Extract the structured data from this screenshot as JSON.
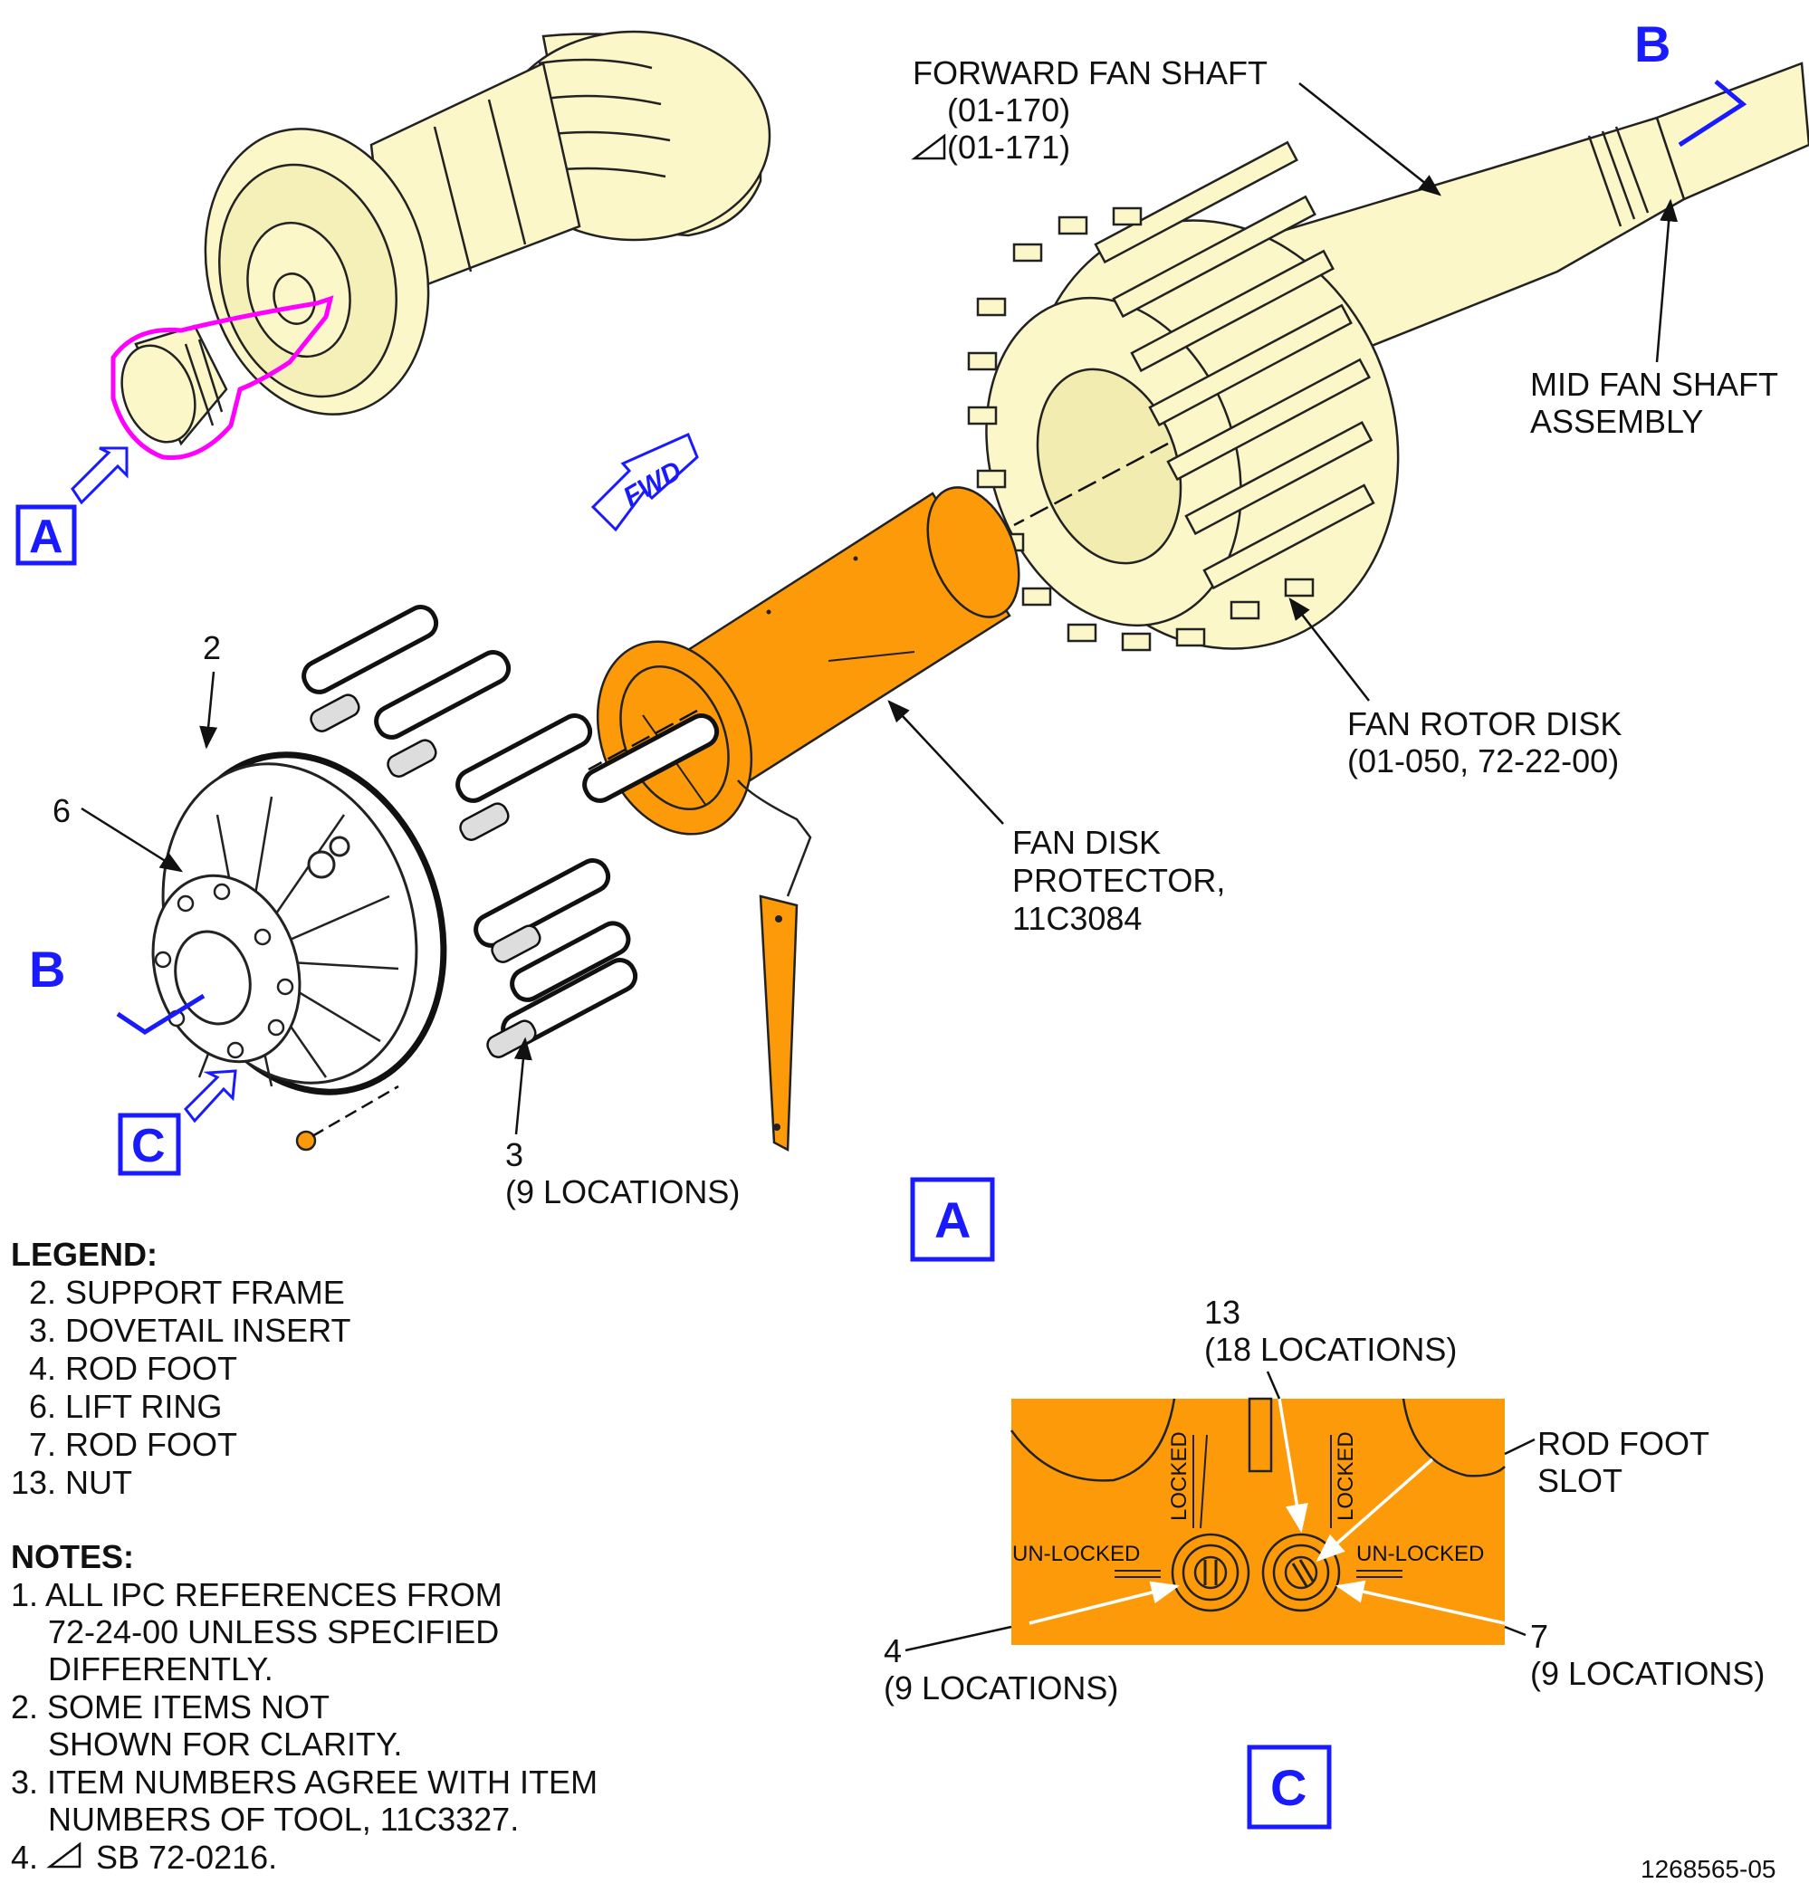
{
  "callouts": {
    "forward_fan_shaft": [
      "FORWARD FAN SHAFT",
      "(01-170)",
      "(01-171)"
    ],
    "mid_fan_shaft": [
      "MID FAN SHAFT",
      "ASSEMBLY"
    ],
    "fan_rotor_disk": [
      "FAN ROTOR DISK",
      "(01-050, 72-22-00)"
    ],
    "fan_disk_protector": [
      "FAN DISK",
      "PROTECTOR,",
      "11C3084"
    ],
    "item_2": "2",
    "item_6": "6",
    "item_3": [
      "3",
      "(9 LOCATIONS)"
    ],
    "item_13": [
      "13",
      "(18 LOCATIONS)"
    ],
    "rod_foot_slot": [
      "ROD FOOT",
      "SLOT"
    ],
    "item_4": [
      "4",
      "(9 LOCATIONS)"
    ],
    "item_7": [
      "7",
      "(9 LOCATIONS)"
    ]
  },
  "view_letters": {
    "a_top": "A",
    "c_left": "C",
    "section_a": "A",
    "section_c": "C",
    "b_top": "B",
    "b_left": "B"
  },
  "fwd_label": "FWD",
  "detail_c": {
    "locked_left": "LOCKED",
    "locked_right": "LOCKED",
    "unlocked_left": "UN-LOCKED",
    "unlocked_right": "UN-LOCKED"
  },
  "legend": {
    "title": "LEGEND:",
    "items": [
      "2. SUPPORT FRAME",
      "3. DOVETAIL INSERT",
      "4. ROD FOOT",
      "6. LIFT RING",
      "7. ROD FOOT",
      "13. NUT"
    ]
  },
  "notes": {
    "title": "NOTES:",
    "lines": [
      "1. ALL IPC REFERENCES FROM",
      "72-24-00 UNLESS SPECIFIED",
      "DIFFERENTLY.",
      "2. SOME ITEMS NOT",
      "SHOWN FOR CLARITY.",
      "3. ITEM NUMBERS AGREE WITH ITEM",
      "NUMBERS OF TOOL, 11C3327.",
      "4.",
      "SB 72-0216."
    ]
  },
  "figure_id": "1268565-05",
  "colors": {
    "part_fill": "#fbf7c8",
    "tool_orange": "#fc9a0a",
    "view_blue": "#1a1aff",
    "highlight_magenta": "#ff00ff"
  }
}
